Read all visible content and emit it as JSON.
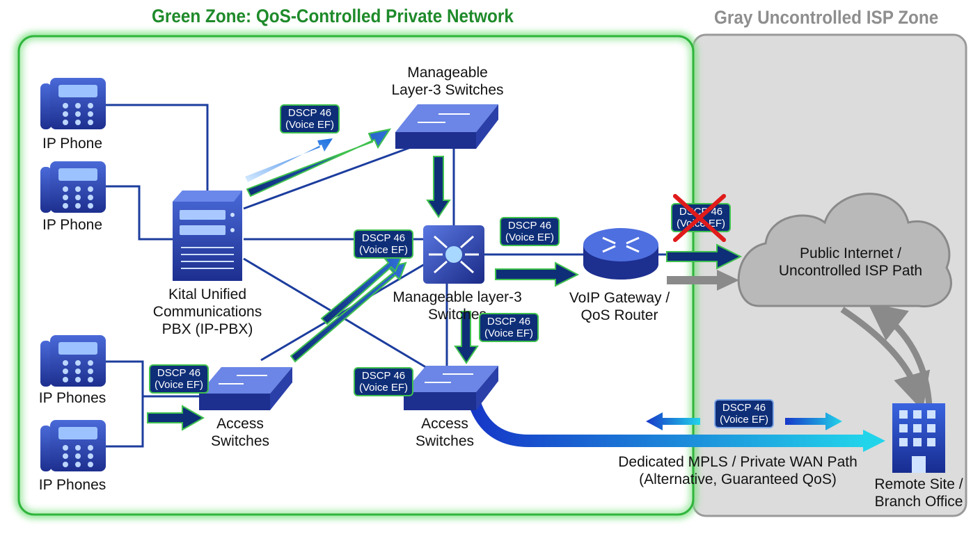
{
  "zones": {
    "green_title": "Green Zone: QoS-Controlled Private Network",
    "gray_title": "Gray Uncontrolled ISP Zone"
  },
  "devices": {
    "phone1": "IP Phone",
    "phone2": "IP Phone",
    "phone3": "IP Phones",
    "phone4": "IP Phones",
    "pbx": [
      "Kital Unified",
      "Communications",
      "PBX (IP-PBX)"
    ],
    "l3_top": [
      "Manageable",
      "Layer-3 Switches"
    ],
    "l3_core": [
      "Manageable layer-3",
      "Switches"
    ],
    "access_left": [
      "Access",
      "Switches"
    ],
    "access_right": [
      "Access",
      "Switches"
    ],
    "gateway": [
      "VoIP Gateway /",
      "QoS Router"
    ],
    "cloud": [
      "Public Internet /",
      "Uncontrolled ISP Path"
    ],
    "remote": [
      "Remote Site /",
      "Branch Office"
    ]
  },
  "badge": {
    "line1": "DSCP 46",
    "line2": "(Voice EF)"
  },
  "wan_label": [
    "Dedicated MPLS / Private WAN Path",
    "(Alternative, Guaranteed QoS)"
  ],
  "icons": [
    "desk-phone-icon",
    "server-icon",
    "switch-icon",
    "core-switch-icon",
    "router-icon",
    "cloud-icon",
    "building-icon",
    "red-x-icon"
  ],
  "colors": {
    "green_zone": "#2fb53c",
    "gray_zone": "#dcdcdc",
    "navy": "#0e2e78",
    "line_blue": "#1c3d9e",
    "wan_cyan": "#1fd0ea",
    "blocked": "#e01b1b"
  }
}
